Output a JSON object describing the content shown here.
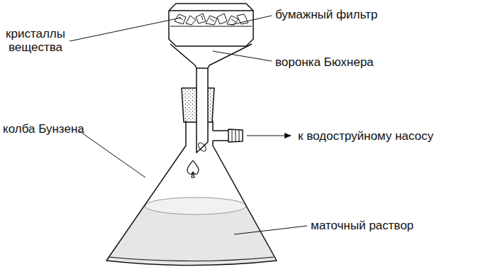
{
  "diagram": {
    "labels": [
      "кристаллы вещества",
      "бумажный фильтр",
      "воронка Бюхнера",
      "колба Бунзена",
      "к водоструйному насосу",
      "маточный раствор"
    ]
  }
}
